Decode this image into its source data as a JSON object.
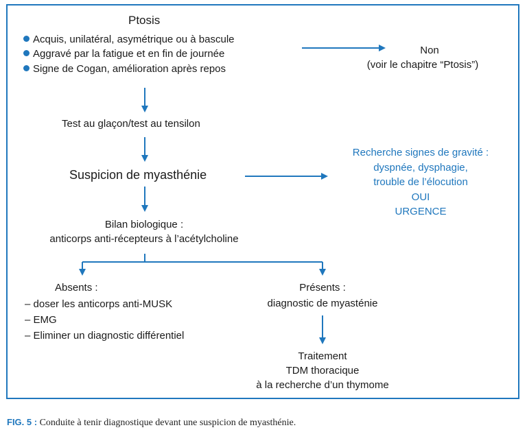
{
  "nodes": {
    "ptosis_title": "Ptosis",
    "ptosis_criteria": [
      "Acquis, unilatéral, asymétrique ou à bascule",
      "Aggravé par la fatigue et en fin de journée",
      "Signe de Cogan, amélioration après repos"
    ],
    "non_line1": "Non",
    "non_line2": "(voir le chapitre “Ptosis”)",
    "test": "Test au glaçon/test au tensilon",
    "suspicion": "Suspicion de myasthénie",
    "gravite": [
      "Recherche signes de gravité :",
      "dyspnée, dysphagie,",
      "trouble de l’élocution",
      "OUI",
      "URGENCE"
    ],
    "bilan": [
      "Bilan biologique :",
      "anticorps anti-récepteurs à l’acétylcholine"
    ],
    "absents_title": "Absents :",
    "absents_items": [
      "– doser les anticorps anti-MUSK",
      "– EMG",
      "– Eliminer un diagnostic différentiel"
    ],
    "presents": [
      "Présents :",
      "diagnostic de myasténie"
    ],
    "traitement": [
      "Traitement",
      "TDM thoracique",
      "à la recherche d’un thymome"
    ]
  },
  "caption": {
    "label": "FIG. 5 :",
    "text": " Conduite à tenir diagnostique devant une suspicion de myasthénie."
  },
  "colors": {
    "accent": "#1f77bd",
    "text": "#1a1a1a"
  }
}
